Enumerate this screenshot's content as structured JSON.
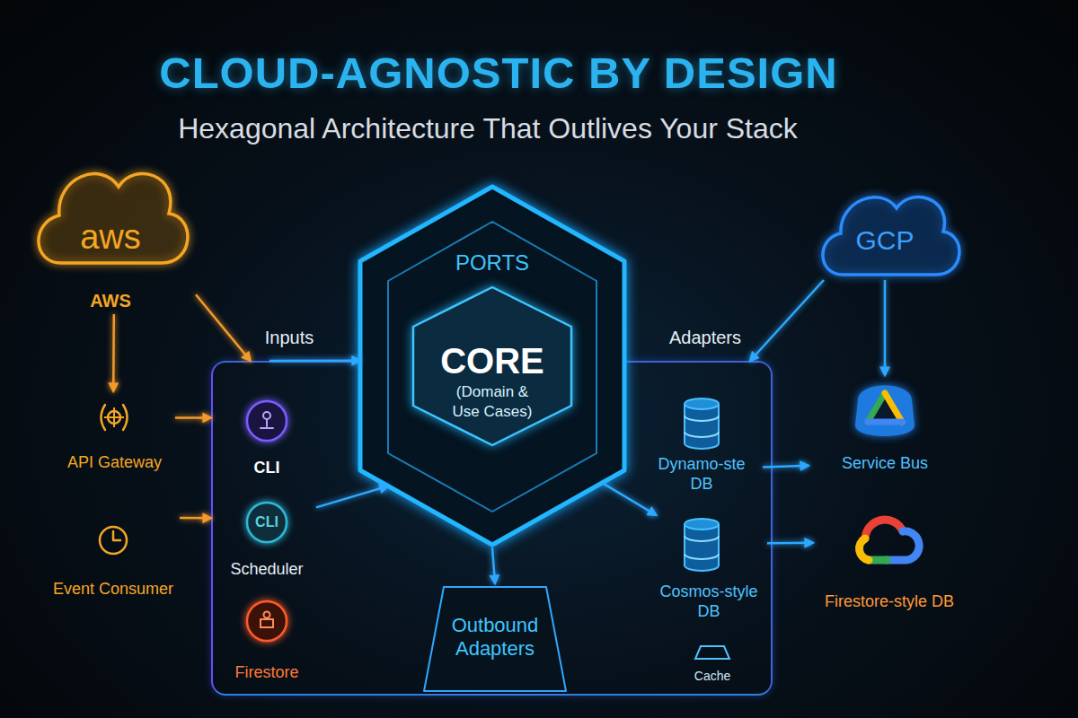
{
  "diagram": {
    "title": "CLOUD-AGNOSTIC BY DESIGN",
    "nodes": [
      {
        "text": [
          "aws",
          "AWS"
        ]
      },
      {
        "text": [
          "PORTS"
        ]
      },
      {
        "text": [
          "CORE",
          "(Domain & Use Cases)"
        ],
        "in": 1
      },
      {
        "text": [
          "GCP"
        ]
      },
      {
        "text": [
          "Inputs",
          "Adapters"
        ]
      },
      {
        "text": [
          "API Gateway"
        ]
      },
      {
        "text": [
          "CLI"
        ],
        "in": 4
      },
      {
        "text": [
          "CLI",
          "Scheduler"
        ],
        "in": 4
      },
      {
        "text": [
          "Event Consumer"
        ]
      },
      {
        "text": [
          "Firestore"
        ],
        "in": 4
      },
      {
        "text": [
          "Dynamo-ste DB"
        ],
        "in": 4
      },
      {
        "text": [
          "Cosmos-style DB"
        ],
        "in": 4
      },
      {
        "text": [
          "Cache"
        ],
        "in": 4
      },
      {
        "text": [
          "Outbound Adapters"
        ],
        "in": 4
      },
      {
        "text": [
          "Service Bus"
        ]
      },
      {
        "text": [
          "Firestore-style DB"
        ]
      }
    ],
    "edges": [
      {
        "from": 0,
        "to": 5,
        "arrow": "to"
      },
      {
        "from": 0,
        "to": 4,
        "arrow": "to"
      },
      {
        "from": 5,
        "to": 4,
        "arrow": "to"
      },
      {
        "from": 8,
        "to": 4,
        "arrow": "to"
      },
      {
        "from": 4,
        "to": 1,
        "arrow": "to"
      },
      {
        "from": 7,
        "to": 1,
        "arrow": "to"
      },
      {
        "from": 1,
        "to": 13,
        "arrow": "to"
      },
      {
        "from": 1,
        "to": 11,
        "arrow": "to"
      },
      {
        "from": 3,
        "to": 4,
        "arrow": "to"
      },
      {
        "from": 3,
        "to": 14,
        "arrow": "to"
      },
      {
        "from": 10,
        "to": 14,
        "arrow": "to"
      },
      {
        "from": 11,
        "to": 15,
        "arrow": "to"
      }
    ],
    "labels": [
      "Hexagonal Architecture That Outlives Your Stack"
    ]
  }
}
